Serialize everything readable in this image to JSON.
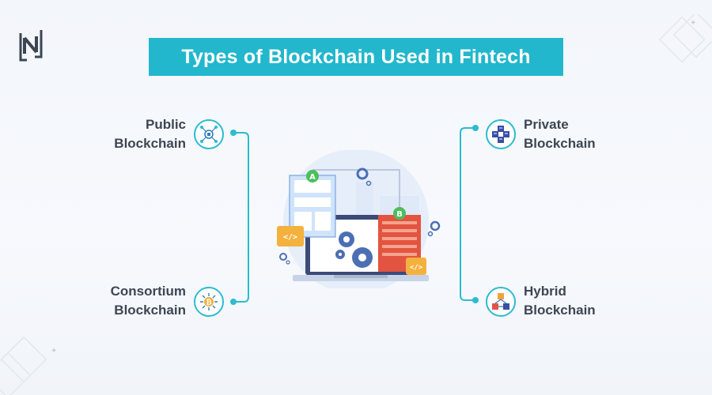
{
  "title": "Types of Blockchain Used in Fintech",
  "items": {
    "public": {
      "line1": "Public",
      "line2": "Blockchain",
      "icon": "network-icon"
    },
    "consortium": {
      "line1": "Consortium",
      "line2": "Blockchain",
      "icon": "bitcoin-network-icon"
    },
    "private": {
      "line1": "Private",
      "line2": "Blockchain",
      "icon": "cube-network-icon"
    },
    "hybrid": {
      "line1": "Hybrid",
      "line2": "Blockchain",
      "icon": "hybrid-cubes-icon"
    }
  },
  "illustration": {
    "badge_a": "A",
    "badge_b": "B",
    "code_left": "</>",
    "code_right": "</>"
  },
  "colors": {
    "accent": "#22b7cc",
    "text": "#3d4652"
  }
}
